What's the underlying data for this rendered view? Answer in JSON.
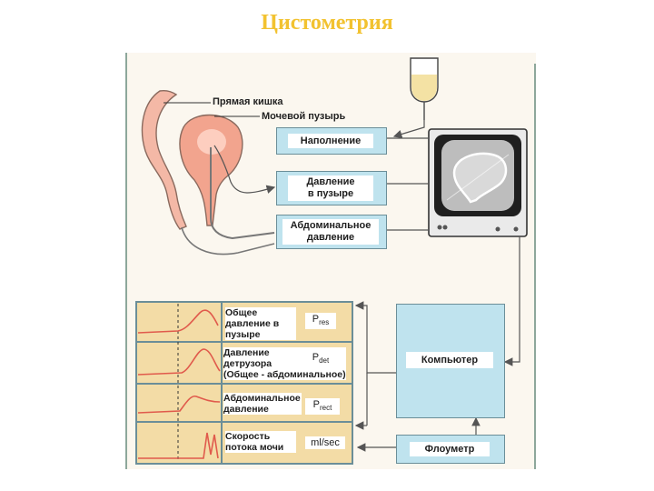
{
  "title": "Цистометрия",
  "anatomy": {
    "rectum_label": "Прямая кишка",
    "bladder_label": "Мочевой пузырь"
  },
  "inputs": {
    "filling": "Наполнение",
    "bladder_pressure_line1": "Давление",
    "bladder_pressure_line2": "в пузыре",
    "abdominal_line1": "Абдоминальное",
    "abdominal_line2": "давление"
  },
  "traces": {
    "pres_line1": "Общее",
    "pres_line2": "давление в",
    "pres_line3": "пузыре",
    "pdet_line1": "Давление",
    "pdet_line2": "детрузора",
    "pdet_line3": "(Общее - абдоминальное)",
    "prect_line1": "Абдоминальное",
    "prect_line2": "давление",
    "flow_line1": "Скорость",
    "flow_line2": "потока мочи"
  },
  "units": {
    "p": "P",
    "res": "res",
    "det": "det",
    "rect": "rect",
    "flow": "ml/sec"
  },
  "devices": {
    "computer": "Компьютер",
    "flowmeter": "Флоуметр"
  },
  "colors": {
    "title": "#f2c230",
    "box_fill": "#bfe3ee",
    "trace_bg": "#f3dca6",
    "organ": "#f2a48e",
    "line": "#555555"
  }
}
